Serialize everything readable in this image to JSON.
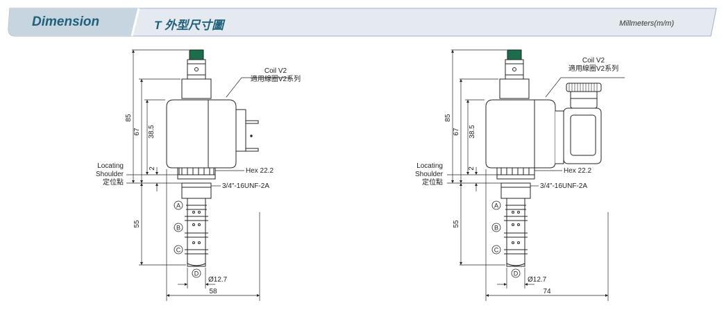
{
  "header": {
    "section": "Dimension",
    "title": "T 外型尺寸圖",
    "units": "Millmeters(m/m)"
  },
  "colors": {
    "header_bg": "#e4eaef",
    "header_tab": "#c6d5df",
    "header_text": "#1f5f7a",
    "line": "#222222",
    "coil_cap": "#1c6e4a"
  },
  "left": {
    "coil_label": "Coil V2",
    "coil_label_cn": "適用線圈V2系列",
    "hex_label": "Hex 22.2",
    "thread_label": "3/4\"-16UNF-2A",
    "locating_line1": "Locating",
    "locating_line2": "Shoulder",
    "locating_line3": "定位點",
    "dim_85": "85",
    "dim_67": "67",
    "dim_38_5": "38.5",
    "dim_2": "2",
    "dim_55": "55",
    "dim_dia": "Ø12.7",
    "dim_width": "58",
    "port_a": "A",
    "port_b": "B",
    "port_c": "C",
    "port_d": "D"
  },
  "right": {
    "coil_label": "Coil V2",
    "coil_label_cn": "適用線圈V2系列",
    "hex_label": "Hex 22.2",
    "thread_label": "3/4\"-16UNF-2A",
    "locating_line1": "Locating",
    "locating_line2": "Shoulder",
    "locating_line3": "定位點",
    "dim_85": "85",
    "dim_67": "67",
    "dim_38_5": "38.5",
    "dim_2": "2",
    "dim_55": "55",
    "dim_dia": "Ø12.7",
    "dim_width": "74",
    "port_a": "A",
    "port_b": "B",
    "port_c": "C",
    "port_d": "D"
  }
}
